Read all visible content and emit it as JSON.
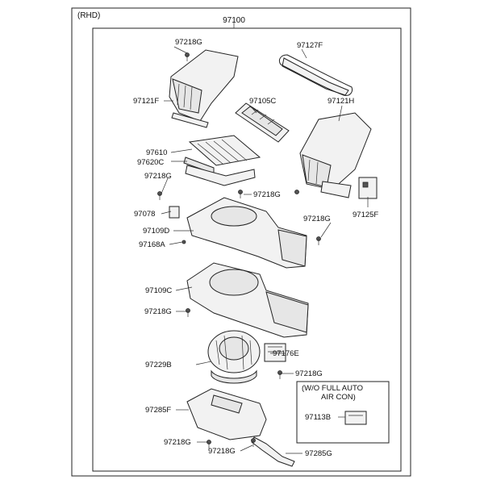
{
  "header": {
    "variant": "(RHD)",
    "assembly_no": "97100"
  },
  "note": {
    "line1": "(W/O FULL AUTO",
    "line2": "AIR CON)"
  },
  "parts": {
    "p97218g_top": "97218G",
    "p97127f": "97127F",
    "p97121f": "97121F",
    "p97105c": "97105C",
    "p97121h": "97121H",
    "p97610": "97610",
    "p97620c": "97620C",
    "p97218g_l2": "97218G",
    "p97218g_mid": "97218G",
    "p97078": "97078",
    "p97109d": "97109D",
    "p97218g_r": "97218G",
    "p97125f": "97125F",
    "p97168a": "97168A",
    "p97109c": "97109C",
    "p97218g_l3": "97218G",
    "p97176e": "97176E",
    "p97229b": "97229B",
    "p97218g_r2": "97218G",
    "p97113b": "97113B",
    "p97285f": "97285F",
    "p97218g_b1": "97218G",
    "p97218g_b2": "97218G",
    "p97285g": "97285G"
  }
}
